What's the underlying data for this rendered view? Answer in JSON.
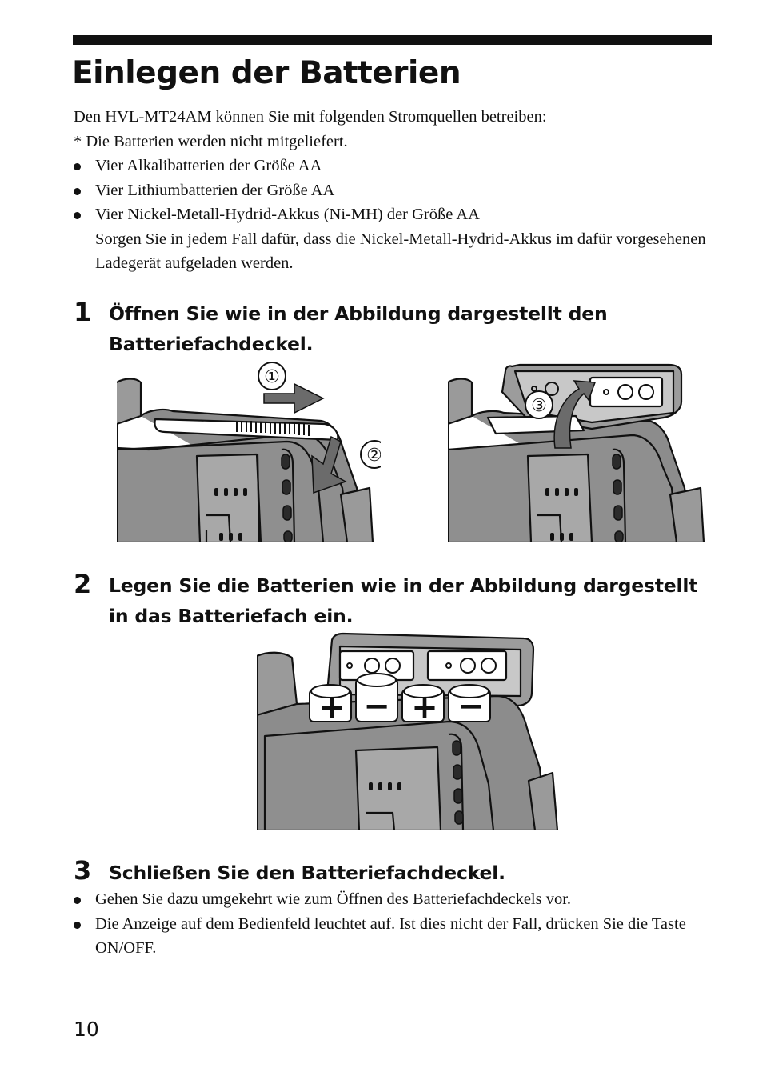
{
  "title": "Einlegen der Batterien",
  "intro": "Den HVL-MT24AM können Sie mit folgenden Stromquellen betreiben:",
  "note": "* Die Batterien werden nicht mitgeliefert.",
  "power_sources": [
    "Vier Alkalibatterien der Größe AA",
    "Vier Lithiumbatterien der Größe AA",
    "Vier Nickel-Metall-Hydrid-Akkus (Ni-MH) der Größe AA"
  ],
  "nimh_note": "Sorgen Sie in jedem Fall dafür, dass die Nickel-Metall-Hydrid-Akkus im dafür vorgesehenen Ladegerät aufgeladen werden.",
  "steps": [
    {
      "number": "1",
      "text": "Öffnen Sie wie in der Abbildung dargestellt den Batteriefachdeckel."
    },
    {
      "number": "2",
      "text": "Legen Sie die Batterien wie in der Abbildung dargestellt in das Batteriefach ein."
    },
    {
      "number": "3",
      "text": "Schließen Sie den Batteriefachdeckel."
    }
  ],
  "step3_bullets": [
    "Gehen Sie dazu umgekehrt wie zum Öffnen des Batteriefachdeckels vor.",
    "Die Anzeige auf dem Bedienfeld leuchtet auf. Ist dies nicht der Fall, drücken Sie die Taste ON/OFF."
  ],
  "figure_markers": [
    "①",
    "②",
    "③"
  ],
  "battery_polarity": [
    "+",
    "−",
    "+",
    "−"
  ],
  "page_number": "10"
}
